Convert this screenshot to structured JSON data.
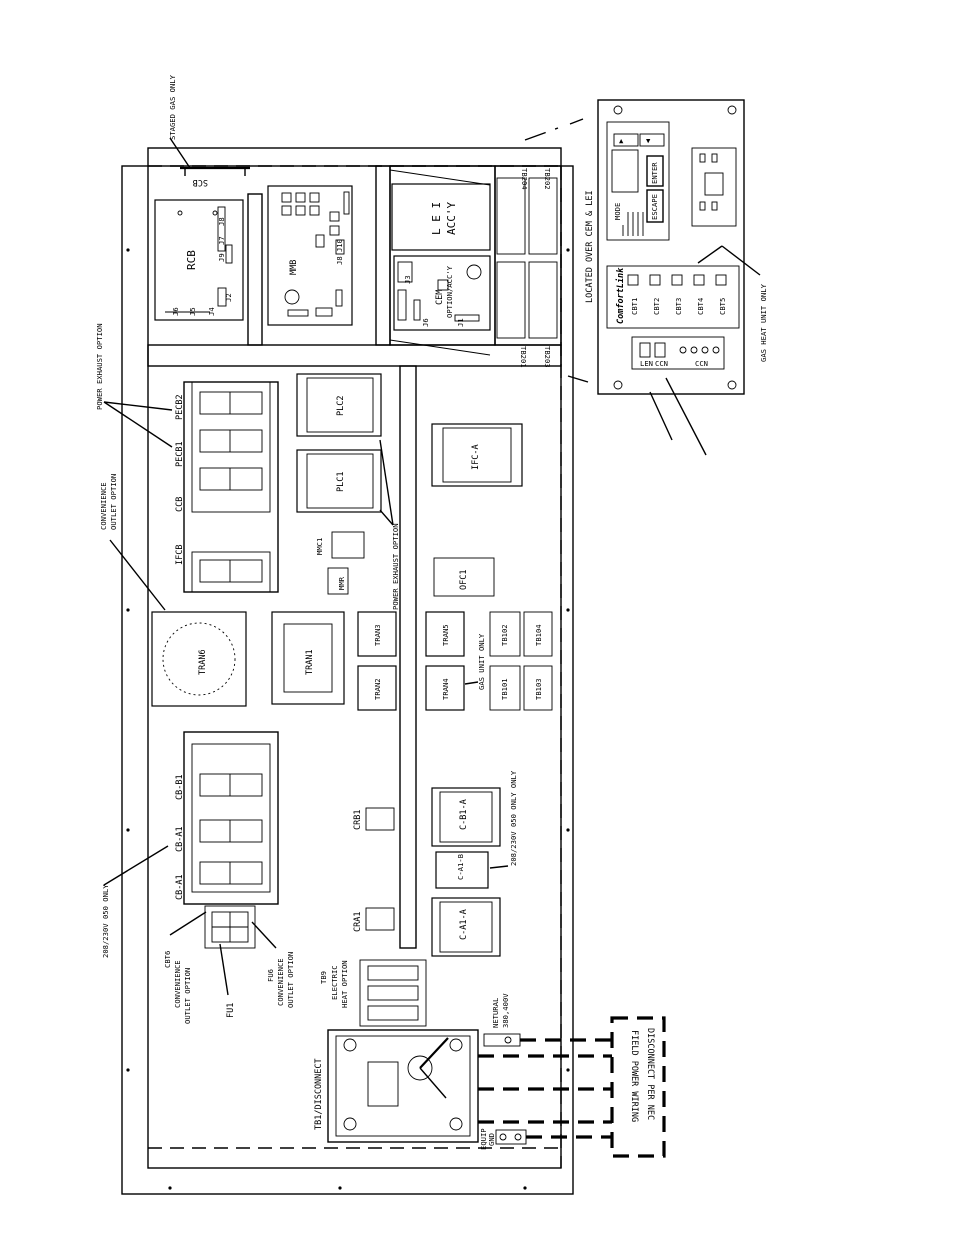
{
  "labels": {
    "staged_gas": "STAGED GAS ONLY",
    "scb": "SCB",
    "rcb": "RCB",
    "j6": "J6",
    "j5": "J5",
    "j4": "J4",
    "j2": "J2",
    "j9": "J9",
    "j7": "J7",
    "j8": "J8",
    "mmb": "MMB",
    "j8_j10": "J8 J10",
    "lei": "L E I",
    "accy": "ACC'Y",
    "cem": "CEM",
    "option_accy": "OPTION/ACC'Y",
    "j1": "J1",
    "j3": "J3",
    "tb204": "TB204",
    "tb202": "TB202",
    "tb201": "TB201",
    "tb203": "TB203",
    "located_over": "LOCATED OVER CEM & LEI",
    "power_exhaust_option": "POWER EXHAUST OPTION",
    "convenience_outlet_option_1": "CONVENIENCE",
    "convenience_outlet_option_2": "OUTLET OPTION",
    "pecb2": "PECB2",
    "pecb1": "PECB1",
    "ccb": "CCB",
    "ifcb": "IFCB",
    "plc2": "PLC2",
    "plc1": "PLC1",
    "ifc_a": "IFC-A",
    "mmc1": "MMC1",
    "mmr": "MMR",
    "power_exhaust_option_small": "POWER EXHAUST OPTION",
    "ofc1": "OFC1",
    "tran6": "TRAN6",
    "tran1": "TRAN1",
    "tran3": "TRAN3",
    "tran2": "TRAN2",
    "tran5": "TRAN5",
    "tran4": "TRAN4",
    "gas_unit_only": "GAS UNIT ONLY",
    "tb101": "TB101",
    "tb102": "TB102",
    "tb103": "TB103",
    "tb104": "TB104",
    "cb_b1": "CB-B1",
    "cb_a1_top": "CB-A1",
    "cb_a1_bottom": "CB-A1",
    "crb1": "CRB1",
    "cra1": "CRA1",
    "c_b1_a": "C-B1-A",
    "c_a1_b": "C-A1-B",
    "c_a1_a": "C-A1-A",
    "v208_050_only_right": "208/230V 050 ONLY ONLY",
    "v208_050_only_left": "208/230V 050 ONLY",
    "cbt6": "CBT6",
    "fu1": "FU1",
    "fu6": "FU6",
    "tb9": "TB9",
    "electric": "ELECTRIC",
    "heat_option": "HEAT OPTION",
    "tb1_disconnect": "TB1/DISCONNECT",
    "netural": "NETURAL",
    "v380_400": "380,400V",
    "equip_gnd_1": "EQUIP",
    "equip_gnd_2": "GND",
    "field_power_1": "FIELD POWER WIRING",
    "field_power_2": "DISCONNECT PER NEC",
    "gas_heat_unit_only": "GAS HEAT UNIT ONLY"
  },
  "scrolling_marquee": {
    "mode": "MODE",
    "escape": "ESCAPE",
    "enter": "ENTER",
    "comfortlink": "ComfortLink",
    "cbt1": "CBT1",
    "cbt2": "CBT2",
    "cbt3": "CBT3",
    "cbt4": "CBT4",
    "cbt5": "CBT5",
    "len": "LEN",
    "ccn": "CCN",
    "ccn2": "CCN"
  }
}
